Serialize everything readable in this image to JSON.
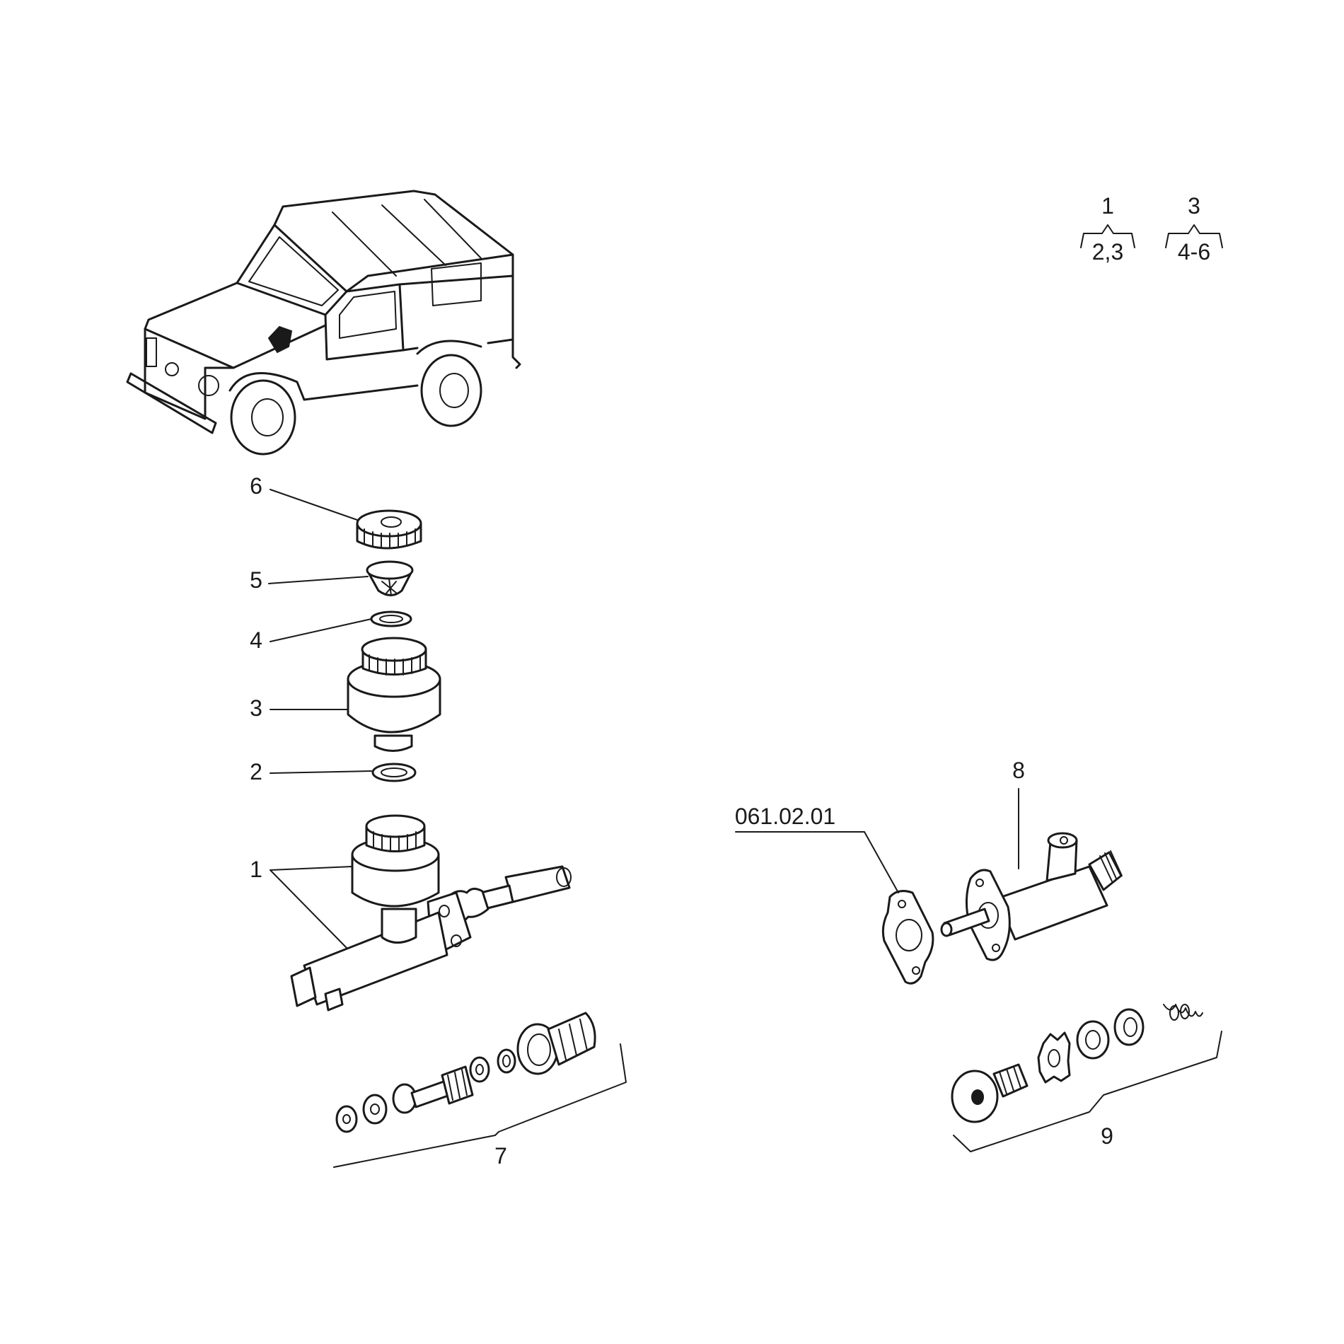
{
  "legend": {
    "group1": {
      "top": "1",
      "bottom": "2,3"
    },
    "group2": {
      "top": "3",
      "bottom": "4-6"
    }
  },
  "callouts": {
    "item1": "1",
    "item2": "2",
    "item3": "3",
    "item4": "4",
    "item5": "5",
    "item6": "6",
    "item7": "7",
    "item8": "8",
    "item9": "9",
    "ref": "061.02.01"
  },
  "colors": {
    "ink": "#1a1a1a",
    "background": "#ffffff"
  }
}
